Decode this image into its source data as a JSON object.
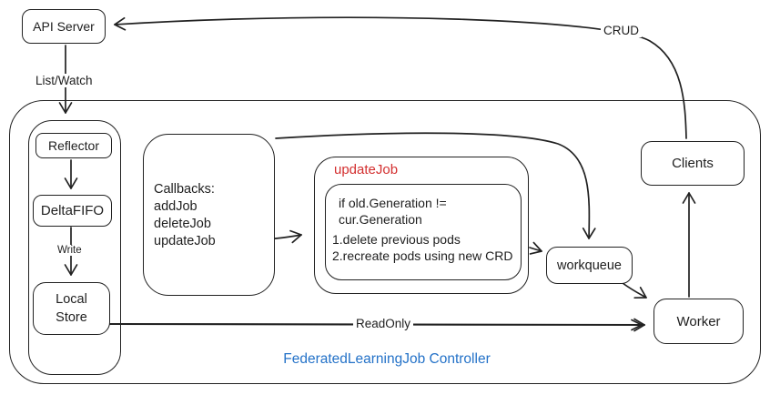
{
  "nodes": {
    "api_server": "API Server",
    "reflector": "Reflector",
    "delta_fifo": "DeltaFIFO",
    "local_store": {
      "line1": "Local",
      "line2": "Store"
    },
    "workqueue": "workqueue",
    "worker": "Worker",
    "clients": "Clients"
  },
  "callbacks_box": {
    "lines": [
      "Callbacks:",
      "addJob",
      "deleteJob",
      "updateJob"
    ]
  },
  "updatejob_box": {
    "title": "updateJob",
    "lines": [
      "if old.Generation !=",
      "cur.Generation",
      "1.delete previous pods",
      "2.recreate pods using new CRD"
    ]
  },
  "edge_labels": {
    "list_watch": "List/Watch",
    "write": "Write",
    "read_only": "ReadOnly",
    "crud": "CRUD"
  },
  "container_label": "FederatedLearningJob Controller",
  "colors": {
    "stroke": "#212121",
    "accent_red": "#d32f2f",
    "accent_blue": "#2472c8",
    "background": "#ffffff"
  }
}
